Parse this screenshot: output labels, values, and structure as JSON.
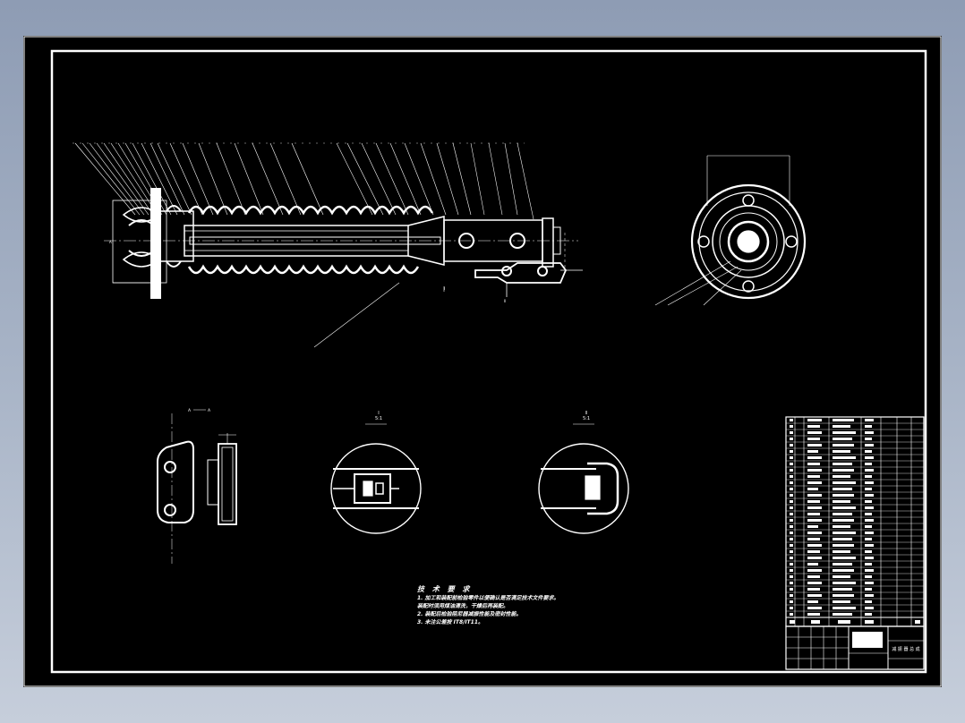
{
  "drawing": {
    "stroke": "#ffffff",
    "background": "#000000",
    "frame_outer": "#ffffff"
  },
  "section_labels": {
    "main_view_bottom": "A",
    "view_a": "A — A",
    "detail_i_top": "I",
    "detail_i_scale": "5:1",
    "detail_ii_top": "II",
    "detail_ii_scale": "5:1"
  },
  "tech_notes": {
    "title": "技 术 要 求",
    "lines": [
      "1. 加工和装配前检验零件以便确认是否满足技术文件要求。",
      "装配时须用煤油清洗，干燥后再装配。",
      "2. 装配后检验阻尼器减振性能及密封性能。",
      "3. 未注公差按 IT8/IT11。"
    ]
  },
  "title_block": {
    "drawing_name": "减 振 器 总 成"
  }
}
